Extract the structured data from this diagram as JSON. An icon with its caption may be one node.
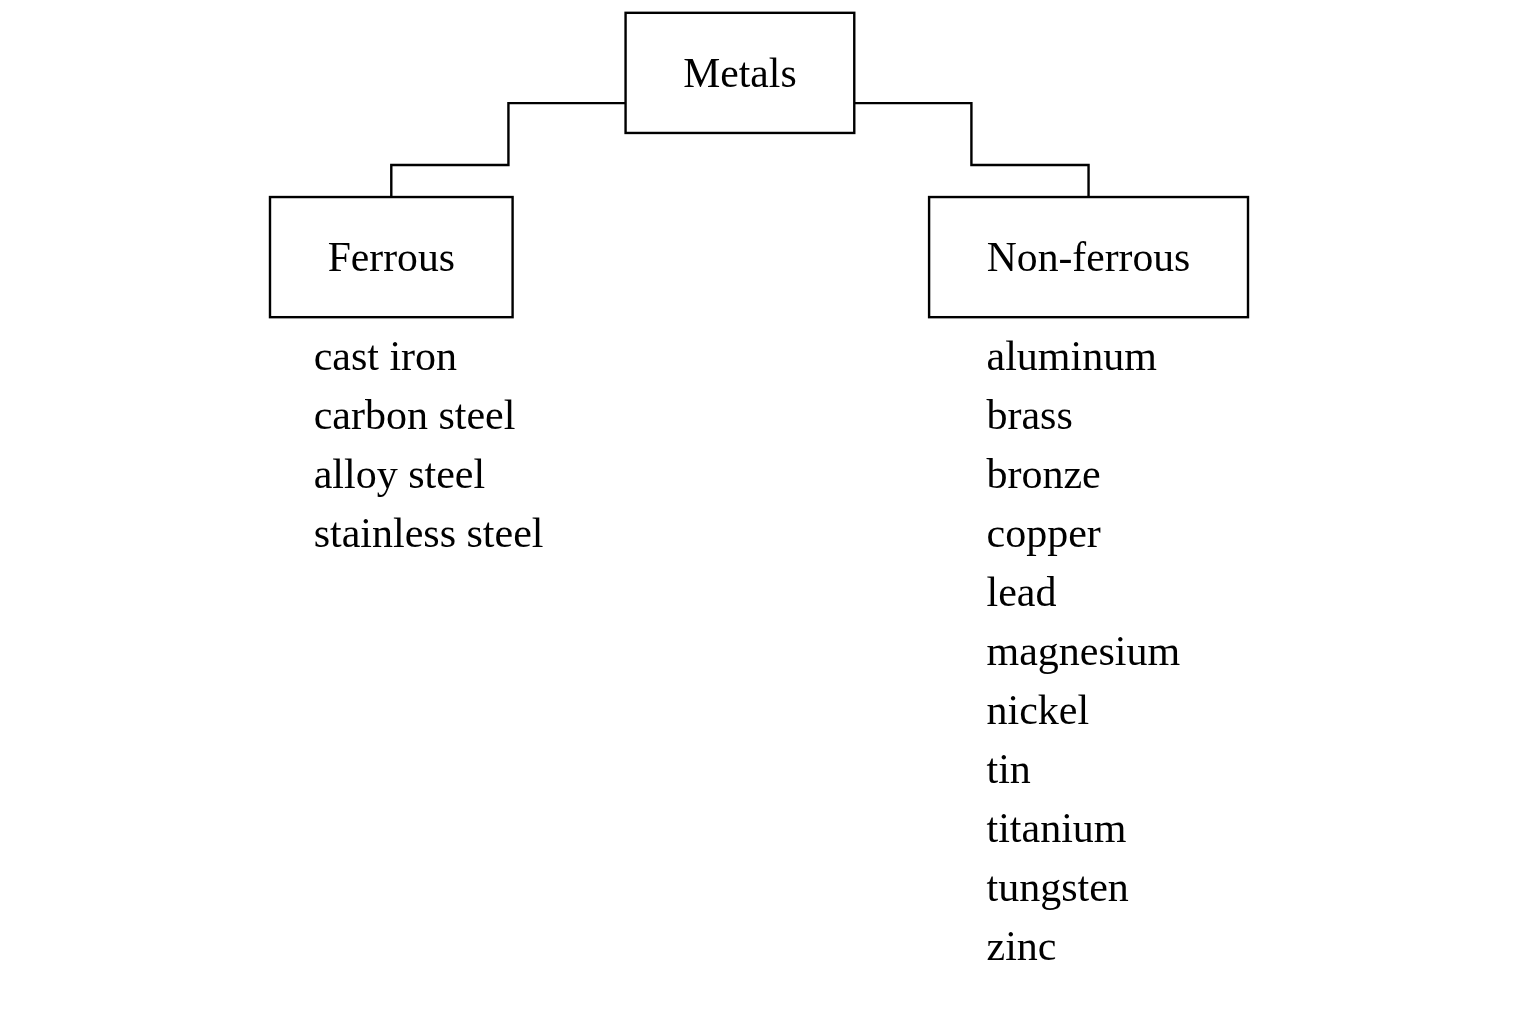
{
  "diagram": {
    "nodes": [
      {
        "text": [
          "Metals"
        ]
      },
      {
        "text": [
          "Ferrous"
        ],
        "beside": [
          "cast iron",
          "carbon steel",
          "alloy steel",
          "stainless steel"
        ]
      },
      {
        "text": [
          "Non-ferrous"
        ],
        "beside": [
          "aluminum",
          "brass",
          "bronze",
          "copper",
          "lead",
          "magnesium",
          "nickel",
          "tin",
          "titanium",
          "tungsten",
          "zinc"
        ]
      }
    ],
    "edges": [
      {
        "from": 0,
        "to": 1,
        "arrow": "none"
      },
      {
        "from": 0,
        "to": 2,
        "arrow": "none"
      }
    ]
  }
}
